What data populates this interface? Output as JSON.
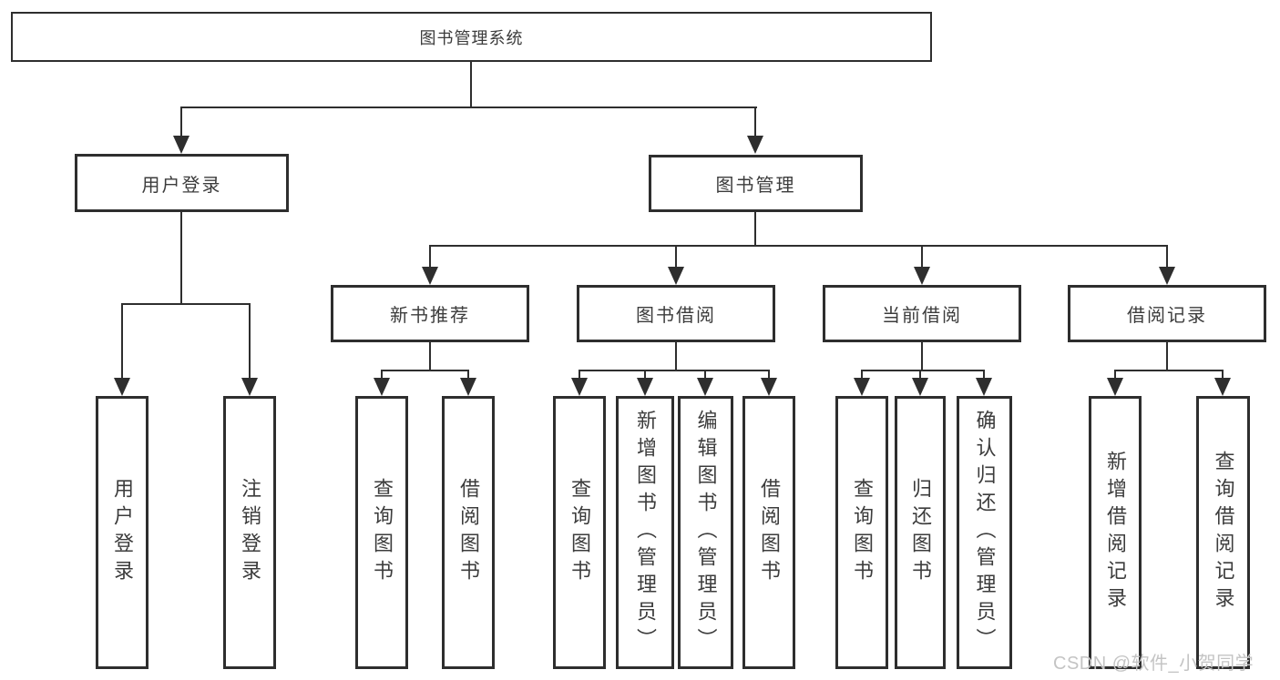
{
  "tree": {
    "label": "图书管理系统",
    "children": [
      {
        "label": "用户登录",
        "children": [
          {
            "label": "用户登录"
          },
          {
            "label": "注销登录"
          }
        ]
      },
      {
        "label": "图书管理",
        "children": [
          {
            "label": "新书推荐",
            "children": [
              {
                "label": "查询图书"
              },
              {
                "label": "借阅图书"
              }
            ]
          },
          {
            "label": "图书借阅",
            "children": [
              {
                "label": "查询图书"
              },
              {
                "label": "新增图书（管理员）"
              },
              {
                "label": "编辑图书（管理员）"
              },
              {
                "label": "借阅图书"
              }
            ]
          },
          {
            "label": "当前借阅",
            "children": [
              {
                "label": "查询图书"
              },
              {
                "label": "归还图书"
              },
              {
                "label": "确认归还（管理员）"
              }
            ]
          },
          {
            "label": "借阅记录",
            "children": [
              {
                "label": "新增借阅记录"
              },
              {
                "label": "查询借阅记录"
              }
            ]
          }
        ]
      }
    ]
  },
  "watermark": {
    "text": "CSDN @软件_小贺同学"
  },
  "colors": {
    "line": "#2e2e2e",
    "box_border": "#2e2e2e",
    "text": "#3c3c3c",
    "watermark": "#c4c4c4",
    "background": "#ffffff"
  }
}
